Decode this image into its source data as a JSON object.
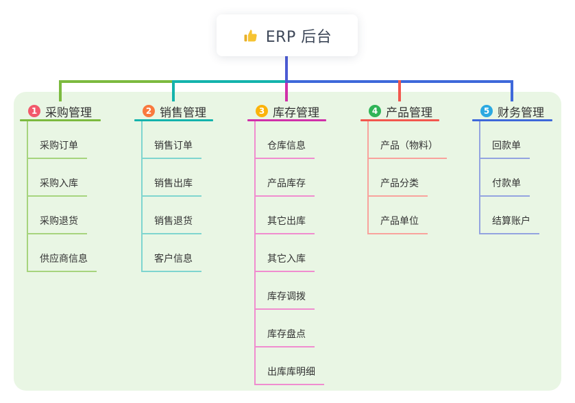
{
  "root": {
    "icon": "thumbs-up",
    "label": "ERP 后台"
  },
  "branches": [
    {
      "badge": "1",
      "title": "采购管理",
      "color": "#7cba3f",
      "light": "#a6d47d",
      "badge_color": "#f2596b",
      "children": [
        "采购订单",
        "采购入库",
        "采购退货",
        "供应商信息"
      ]
    },
    {
      "badge": "2",
      "title": "销售管理",
      "color": "#14b3ac",
      "light": "#7ed5cf",
      "badge_color": "#f9793e",
      "children": [
        "销售订单",
        "销售出库",
        "销售退货",
        "客户信息"
      ]
    },
    {
      "badge": "3",
      "title": "库存管理",
      "color": "#d030a9",
      "light": "#f08ccf",
      "badge_color": "#fbb30b",
      "children": [
        "仓库信息",
        "产品库存",
        "其它出库",
        "其它入库",
        "库存调拨",
        "库存盘点",
        "出库库明细"
      ]
    },
    {
      "badge": "4",
      "title": "产品管理",
      "color": "#f2574e",
      "light": "#f9a29c",
      "badge_color": "#2fb457",
      "children": [
        "产品（物料）",
        "产品分类",
        "产品单位"
      ]
    },
    {
      "badge": "5",
      "title": "财务管理",
      "color": "#3e68da",
      "light": "#93a3e0",
      "badge_color": "#2ba9e1",
      "children": [
        "回款单",
        "付款单",
        "结算账户"
      ]
    }
  ],
  "colors": {
    "canvas": "#ffffff",
    "panel": "#e9f6e4",
    "stem": "#4c5bd4",
    "text": "#333333",
    "root_text": "#3d4758",
    "thumb": "#f6c332",
    "thumb_sleeve": "#e8b02a"
  }
}
